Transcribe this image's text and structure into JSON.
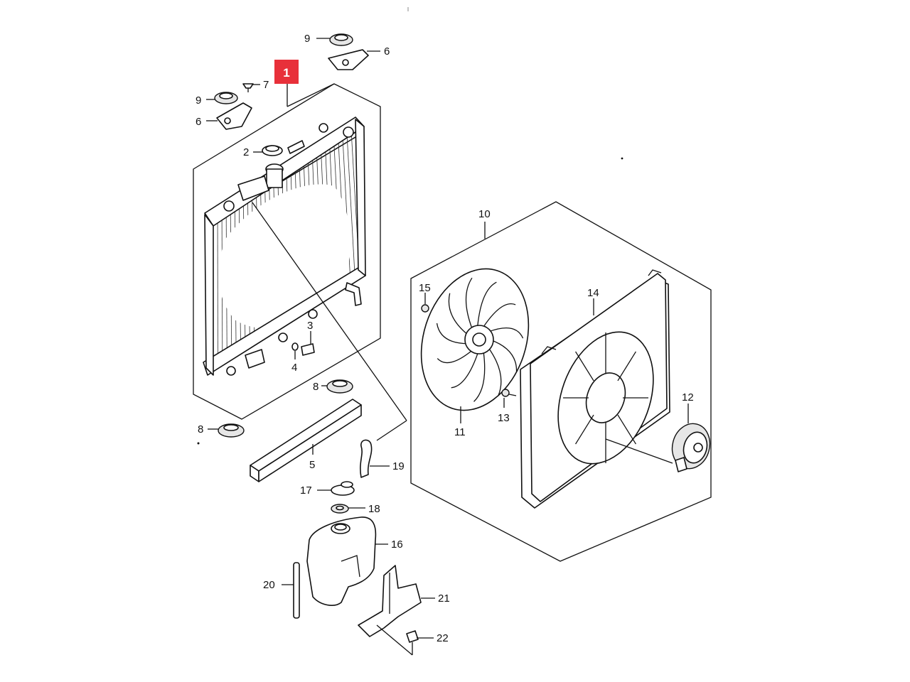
{
  "highlight": {
    "text": "1",
    "color": "#e8303a"
  },
  "callouts": {
    "c1": "1",
    "c2": "2",
    "c3": "3",
    "c4": "4",
    "c5": "5",
    "c6a": "6",
    "c6b": "6",
    "c7": "7",
    "c8a": "8",
    "c8b": "8",
    "c9a": "9",
    "c9b": "9",
    "c10": "10",
    "c11": "11",
    "c12": "12",
    "c13": "13",
    "c14": "14",
    "c15": "15",
    "c16": "16",
    "c17": "17",
    "c18": "18",
    "c19": "19",
    "c20": "20",
    "c21": "21",
    "c22": "22"
  }
}
